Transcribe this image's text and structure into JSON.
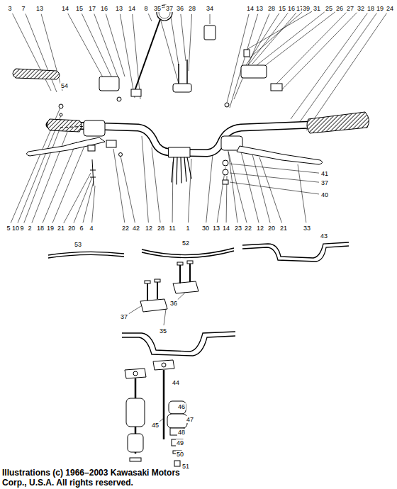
{
  "diagram": {
    "caption": "Illustrations (c) 1966–2003 Kawasaki Motors Corp., U.S.A.  All rights reserved.",
    "labels": [
      "3",
      "7",
      "13",
      "14",
      "15",
      "17",
      "16",
      "13",
      "14",
      "8",
      "35",
      "37",
      "36",
      "28",
      "34",
      "14",
      "13",
      "28",
      "15",
      "16",
      "17",
      "39",
      "31",
      "25",
      "26",
      "27",
      "32",
      "18",
      "19",
      "24",
      "54",
      "41",
      "37",
      "40",
      "5",
      "10",
      "9",
      "2",
      "18",
      "19",
      "21",
      "20",
      "6",
      "4",
      "22",
      "42",
      "12",
      "28",
      "11",
      "1",
      "30",
      "13",
      "14",
      "23",
      "22",
      "12",
      "20",
      "21",
      "33",
      "53",
      "52",
      "43",
      "36",
      "37",
      "35",
      "44",
      "45",
      "46",
      "47",
      "48",
      "49",
      "50",
      "51"
    ]
  }
}
